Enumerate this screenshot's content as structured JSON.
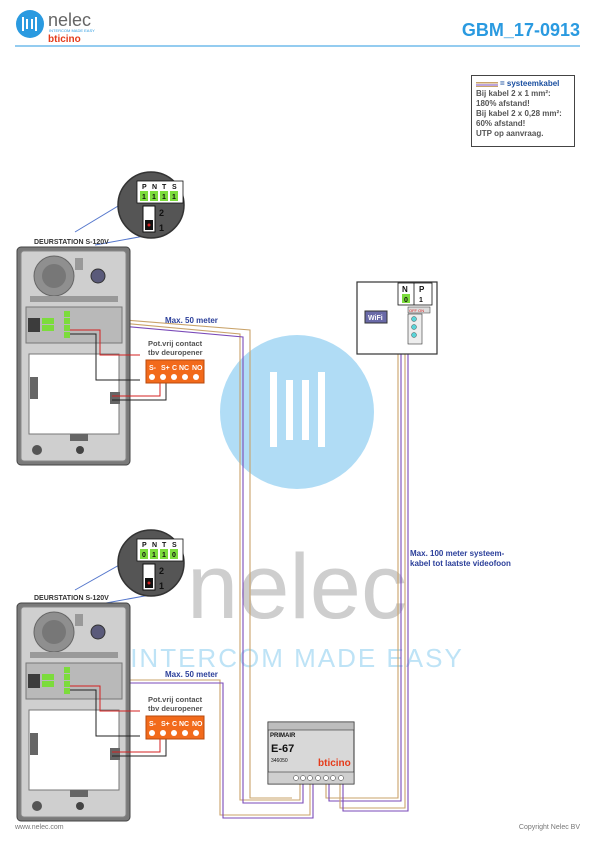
{
  "header": {
    "logo_name": "nelec",
    "logo_tagline": "INTERCOM MADE EASY",
    "logo_brand": "bticino",
    "doc_code": "GBM_17-0913"
  },
  "legend": {
    "title": "= systeemkabel",
    "lines": [
      "Bij kabel 2 x 1 mm²:",
      "180% afstand!",
      "Bij kabel 2 x 0,28 mm²:",
      "60% afstand!",
      "UTP op aanvraag."
    ]
  },
  "door1": {
    "label": "DEURSTATION S-120V",
    "dip_headers": [
      "P",
      "N",
      "T",
      "S"
    ],
    "dip_values": [
      "1",
      "1",
      "1",
      "1"
    ],
    "switch_nums": [
      "2",
      "1"
    ],
    "distance": "Max. 50 meter",
    "contact_title": [
      "Pot.vrij contact",
      "tbv deuropener"
    ],
    "contact_terms": [
      "S-",
      "S+",
      "C",
      "NC",
      "NO"
    ]
  },
  "door2": {
    "label": "DEURSTATION S-120V",
    "dip_headers": [
      "P",
      "N",
      "T",
      "S"
    ],
    "dip_values": [
      "0",
      "1",
      "1",
      "0"
    ],
    "switch_nums": [
      "2",
      "1"
    ],
    "distance": "Max. 50 meter",
    "contact_title": [
      "Pot.vrij contact",
      "tbv deuropener"
    ],
    "contact_terms": [
      "S-",
      "S+",
      "C",
      "NC",
      "NO"
    ]
  },
  "monitor": {
    "headers": [
      "N",
      "P"
    ],
    "values": [
      "0",
      "1"
    ],
    "wifi_label": "WiFi",
    "switch_label": "OFF ON"
  },
  "power": {
    "primary_label": "PRIMAIR",
    "model": "E-67",
    "code": "346050",
    "brand": "bticino"
  },
  "long_distance": [
    "Max. 100 meter systeem-",
    "kabel tot laatste videofoon"
  ],
  "watermark": {
    "word": "nelec",
    "tagline": "INTERCOM MADE EASY"
  },
  "footer": {
    "left": "www.nelec.com",
    "right": "Copyright Nelec BV"
  },
  "colors": {
    "brand_blue": "#2a9ae0",
    "label_blue": "#2b3f9a",
    "cable_tan": "#c9a36a",
    "cable_purple": "#7a4ab8",
    "wire_red": "#d42020",
    "contact_orange": "#f26a1b",
    "dip_green": "#7cdc3c"
  }
}
